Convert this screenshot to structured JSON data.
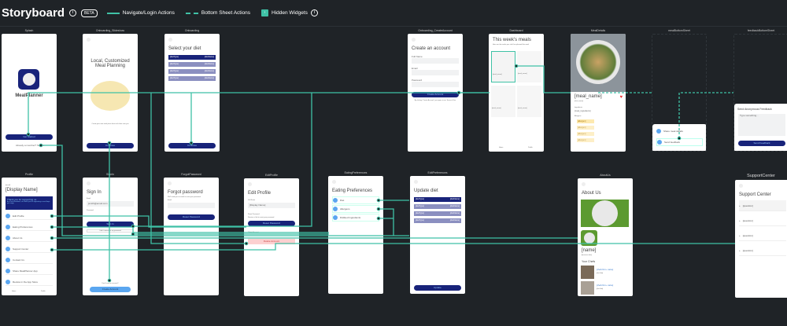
{
  "header": {
    "title": "Storyboard",
    "beta": "BETA",
    "legend_navigate": "Navigate/Login Actions",
    "legend_sheet": "Bottom Sheet Actions",
    "legend_hidden": "Hidden Widgets",
    "accent": "#3fc1a6"
  },
  "screens": {
    "splash": {
      "name": "Splash",
      "app": "MealPlanner",
      "button": "Get Started",
      "link": "Already a member? Sign In"
    },
    "slideshow": {
      "name": "Onboarding_Slideshow",
      "title": "Local, Customized Meal Planning",
      "body": "Create your own meal plans from real chefs near you",
      "button": "Continue"
    },
    "onboarding": {
      "name": "Onboarding",
      "title": "Select your diet",
      "options": [
        [
          "[dietType]",
          "[dietName]"
        ],
        [
          "[dietType]",
          "[dietName]"
        ],
        [
          "[dietType]",
          "[dietName]"
        ],
        [
          "[dietType]",
          "[dietName]"
        ]
      ],
      "button": "Continue"
    },
    "create": {
      "name": "Onboarding_CreateAccount",
      "title": "Create an account",
      "full_name": "Full Name",
      "email": "Email",
      "password": "Password",
      "button": "Create Account",
      "terms": "By clicking \"Create Account\" you agree to our Terms of Use"
    },
    "dashboard": {
      "name": "Dashboard",
      "title": "This week's meals",
      "subtitle": "Here are the meals your chef has planned this week",
      "card": "[meal_name]",
      "nav_home": "Home",
      "nav_profile": "Profile"
    },
    "meal": {
      "name": "MealDetails",
      "title": "[meal_name]",
      "chef": "[chef_name]",
      "ingredients_label": "Ingredients",
      "ingredients": "[meal_ingredients]",
      "allergens_label": "Allergens",
      "chips": [
        "[allergen]",
        "[allergen]",
        "[allergen]",
        "[allergen]"
      ]
    },
    "mealsheet": {
      "name": "mealBottomSheet",
      "items": [
        "Share meal details",
        "Send feedback"
      ]
    },
    "feedbacksheet": {
      "name": "feedbackBottomSheet",
      "title": "Send Anonymous Feedback",
      "placeholder": "Type something...",
      "button": "Send Feedback"
    },
    "profile": {
      "name": "Profile",
      "email": "[email]",
      "display": "[Display Name]",
      "banner": "Thank you for supporting us",
      "banner_sub": "As a local business, we thank you for supporting us and hope you enjoy.",
      "items": [
        "Edit Profile",
        "Eating Preferences",
        "About Us",
        "Support Center",
        "Contact Us",
        "Share MealPlanner App",
        "Review in the App Store"
      ],
      "nav_home": "Home",
      "nav_profile": "Profile"
    },
    "signin": {
      "name": "SignIn",
      "title": "Sign In",
      "email_label": "Email",
      "email_value": "jsmith@email.com",
      "password_label": "Password",
      "button": "Sign In",
      "forgot": "I don't remember my password",
      "footer": "Don't have an account?",
      "create": "Create Account"
    },
    "forgot": {
      "name": "ForgotPassword",
      "title": "Forgot password",
      "subtitle": "We'll send you an email to reset your password",
      "email_label": "Email",
      "button": "Reset Password"
    },
    "editprofile": {
      "name": "EditProfile",
      "title": "Edit Profile",
      "full_name": "Full Name",
      "value": "[Display Name]",
      "reset_label": "Reset Password",
      "reset_sub": "Receive a link to reset your password",
      "reset_button": "Reset Password",
      "delete_label": "Delete Account",
      "delete_button": "Delete Account"
    },
    "eating": {
      "name": "EatingPreferences",
      "title": "Eating Preferences",
      "items": [
        "Diet",
        "Allergens",
        "Disliked Ingredients"
      ]
    },
    "editpref": {
      "name": "EditPreferences",
      "title": "Update diet",
      "options": [
        [
          "[dietType]",
          "[dietName]"
        ],
        [
          "[dietType]",
          "[dietName]"
        ],
        [
          "[dietType]",
          "[dietName]"
        ],
        [
          "[dietType]",
          "[dietName]"
        ]
      ],
      "button": "Update"
    },
    "about": {
      "name": "AboutUs",
      "title": "About Us",
      "biz": "[name]",
      "biz_sub": "[business info]",
      "chefs_label": "Your Chefs",
      "chefs": [
        [
          "[chefs first + name]",
          "[chef bio]"
        ],
        [
          "[chefs first + name]",
          "[chef bio]"
        ]
      ]
    },
    "support": {
      "name": "SupportCenter",
      "title": "Support Center",
      "questions": [
        "[question]",
        "[question]",
        "[question]",
        "[question]"
      ]
    }
  }
}
